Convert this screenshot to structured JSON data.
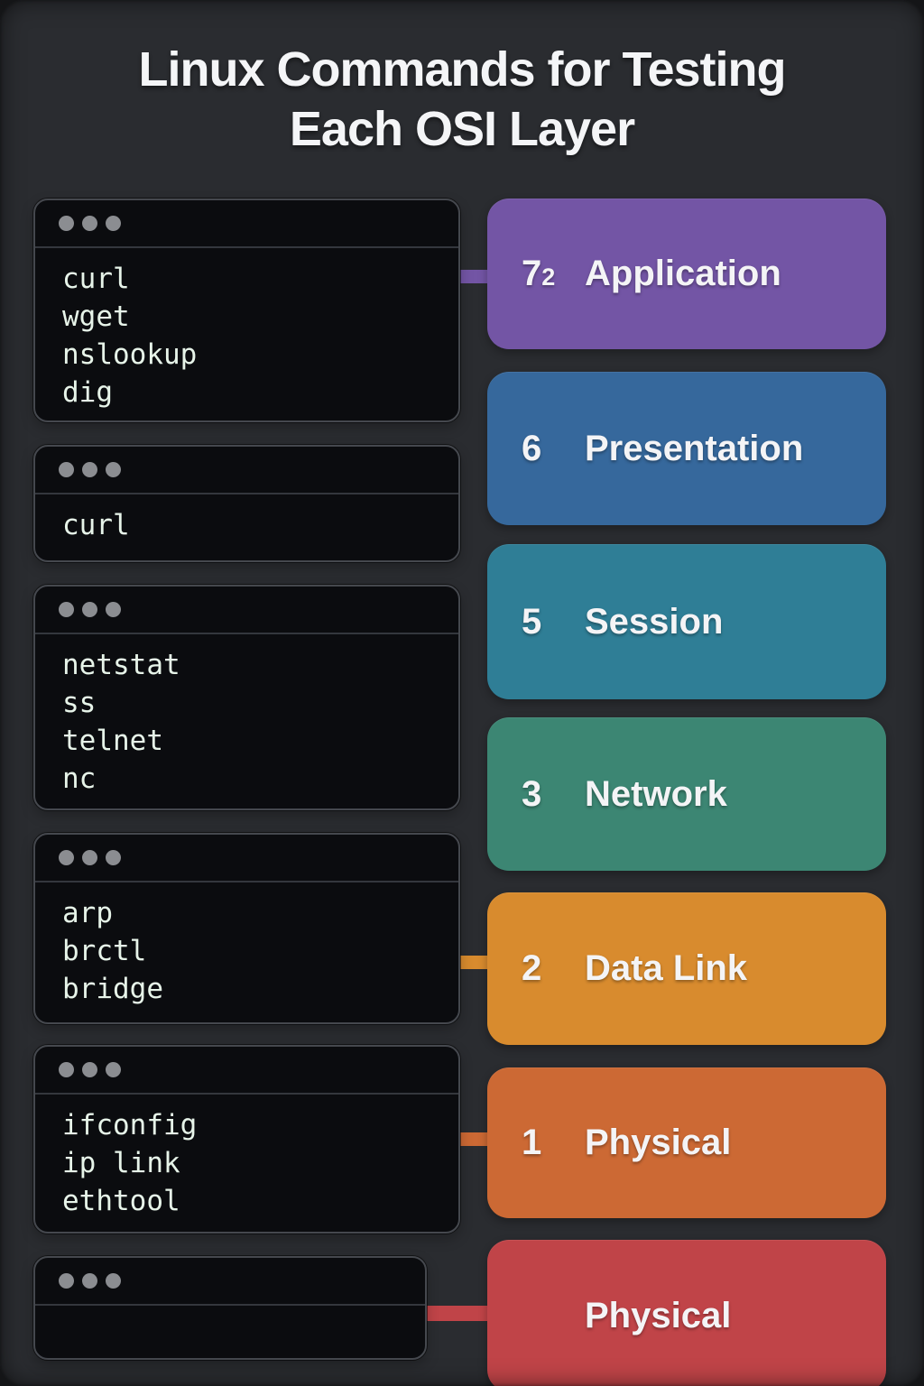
{
  "title": {
    "line1": "Linux Commands for Testing",
    "line2": "Each OSI Layer"
  },
  "terminals": [
    {
      "window": "application-commands",
      "commands": [
        "curl",
        "wget",
        "nslookup",
        "dig"
      ]
    },
    {
      "window": "presentation-commands",
      "commands": [
        "curl"
      ]
    },
    {
      "window": "session-commands",
      "commands": [
        "netstat",
        "ss",
        "telnet",
        "nc"
      ]
    },
    {
      "window": "data-link-commands",
      "commands": [
        "arp",
        "brctl",
        "bridge"
      ]
    },
    {
      "window": "physical-commands",
      "commands": [
        "ifconfig",
        "ip link",
        "ethtool"
      ]
    },
    {
      "window": "empty-terminal",
      "commands": []
    }
  ],
  "layers": [
    {
      "number": "7",
      "number_small": "2",
      "label": "Application",
      "color": "#7355a5"
    },
    {
      "number": "6",
      "label": "Presentation",
      "color": "#36689c"
    },
    {
      "number": "5",
      "label": "Session",
      "color": "#2f7e96"
    },
    {
      "number": "3",
      "label": "Network",
      "color": "#3c8673"
    },
    {
      "number": "2",
      "label": "Data Link",
      "color": "#d88b2e"
    },
    {
      "number": "1",
      "label": "Physical",
      "color": "#cc6934"
    },
    {
      "number": "",
      "label": "Physical",
      "color": "#c04448"
    }
  ],
  "colors": {
    "background": "#2a2c30",
    "frame_edge": "#141517",
    "terminal_background": "#0b0c0f",
    "terminal_border": "#45484e",
    "window_dot": "#8b8d91",
    "command_text": "#e7f4e9",
    "title_text": "#f4f5f7"
  }
}
